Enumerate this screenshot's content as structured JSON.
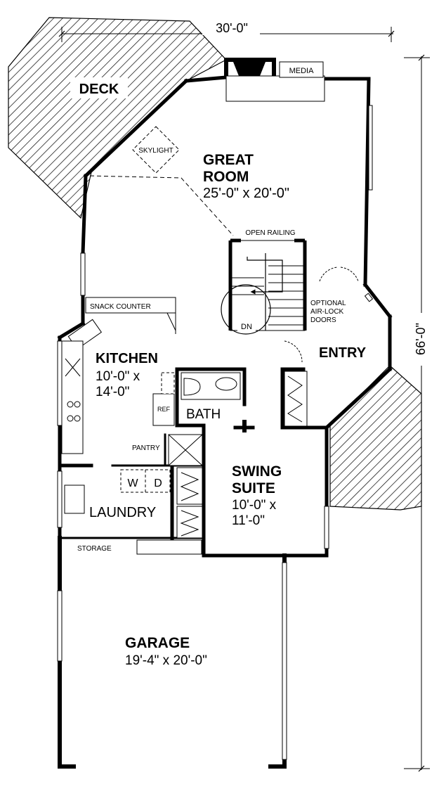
{
  "dimensions": {
    "width": "30'-0\"",
    "depth": "66'-0\""
  },
  "rooms": {
    "deck": {
      "name": "DECK"
    },
    "great_room": {
      "name_line1": "GREAT",
      "name_line2": "ROOM",
      "size": "25'-0\" x 20'-0\""
    },
    "kitchen": {
      "name": "KITCHEN",
      "size_line1": "10'-0\" x",
      "size_line2": "14'-0\""
    },
    "entry": {
      "name": "ENTRY"
    },
    "bath": {
      "name": "BATH"
    },
    "swing_suite": {
      "name_line1": "SWING",
      "name_line2": "SUITE",
      "size_line1": "10'-0\" x",
      "size_line2": "11'-0\""
    },
    "laundry": {
      "name": "LAUNDRY"
    },
    "garage": {
      "name": "GARAGE",
      "size": "19'-4\" x 20'-0\""
    }
  },
  "labels": {
    "media": "MEDIA",
    "skylight": "SKYLIGHT",
    "open_railing": "OPEN RAILING",
    "snack_counter": "SNACK COUNTER",
    "optional_doors_line1": "OPTIONAL",
    "optional_doors_line2": "AIR-LOCK",
    "optional_doors_line3": "DOORS",
    "stairs_down": "DN",
    "refrigerator": "REF",
    "pantry": "PANTRY",
    "washer": "W",
    "dryer": "D",
    "storage": "STORAGE"
  },
  "colors": {
    "ink": "#000000",
    "paper": "#ffffff"
  }
}
